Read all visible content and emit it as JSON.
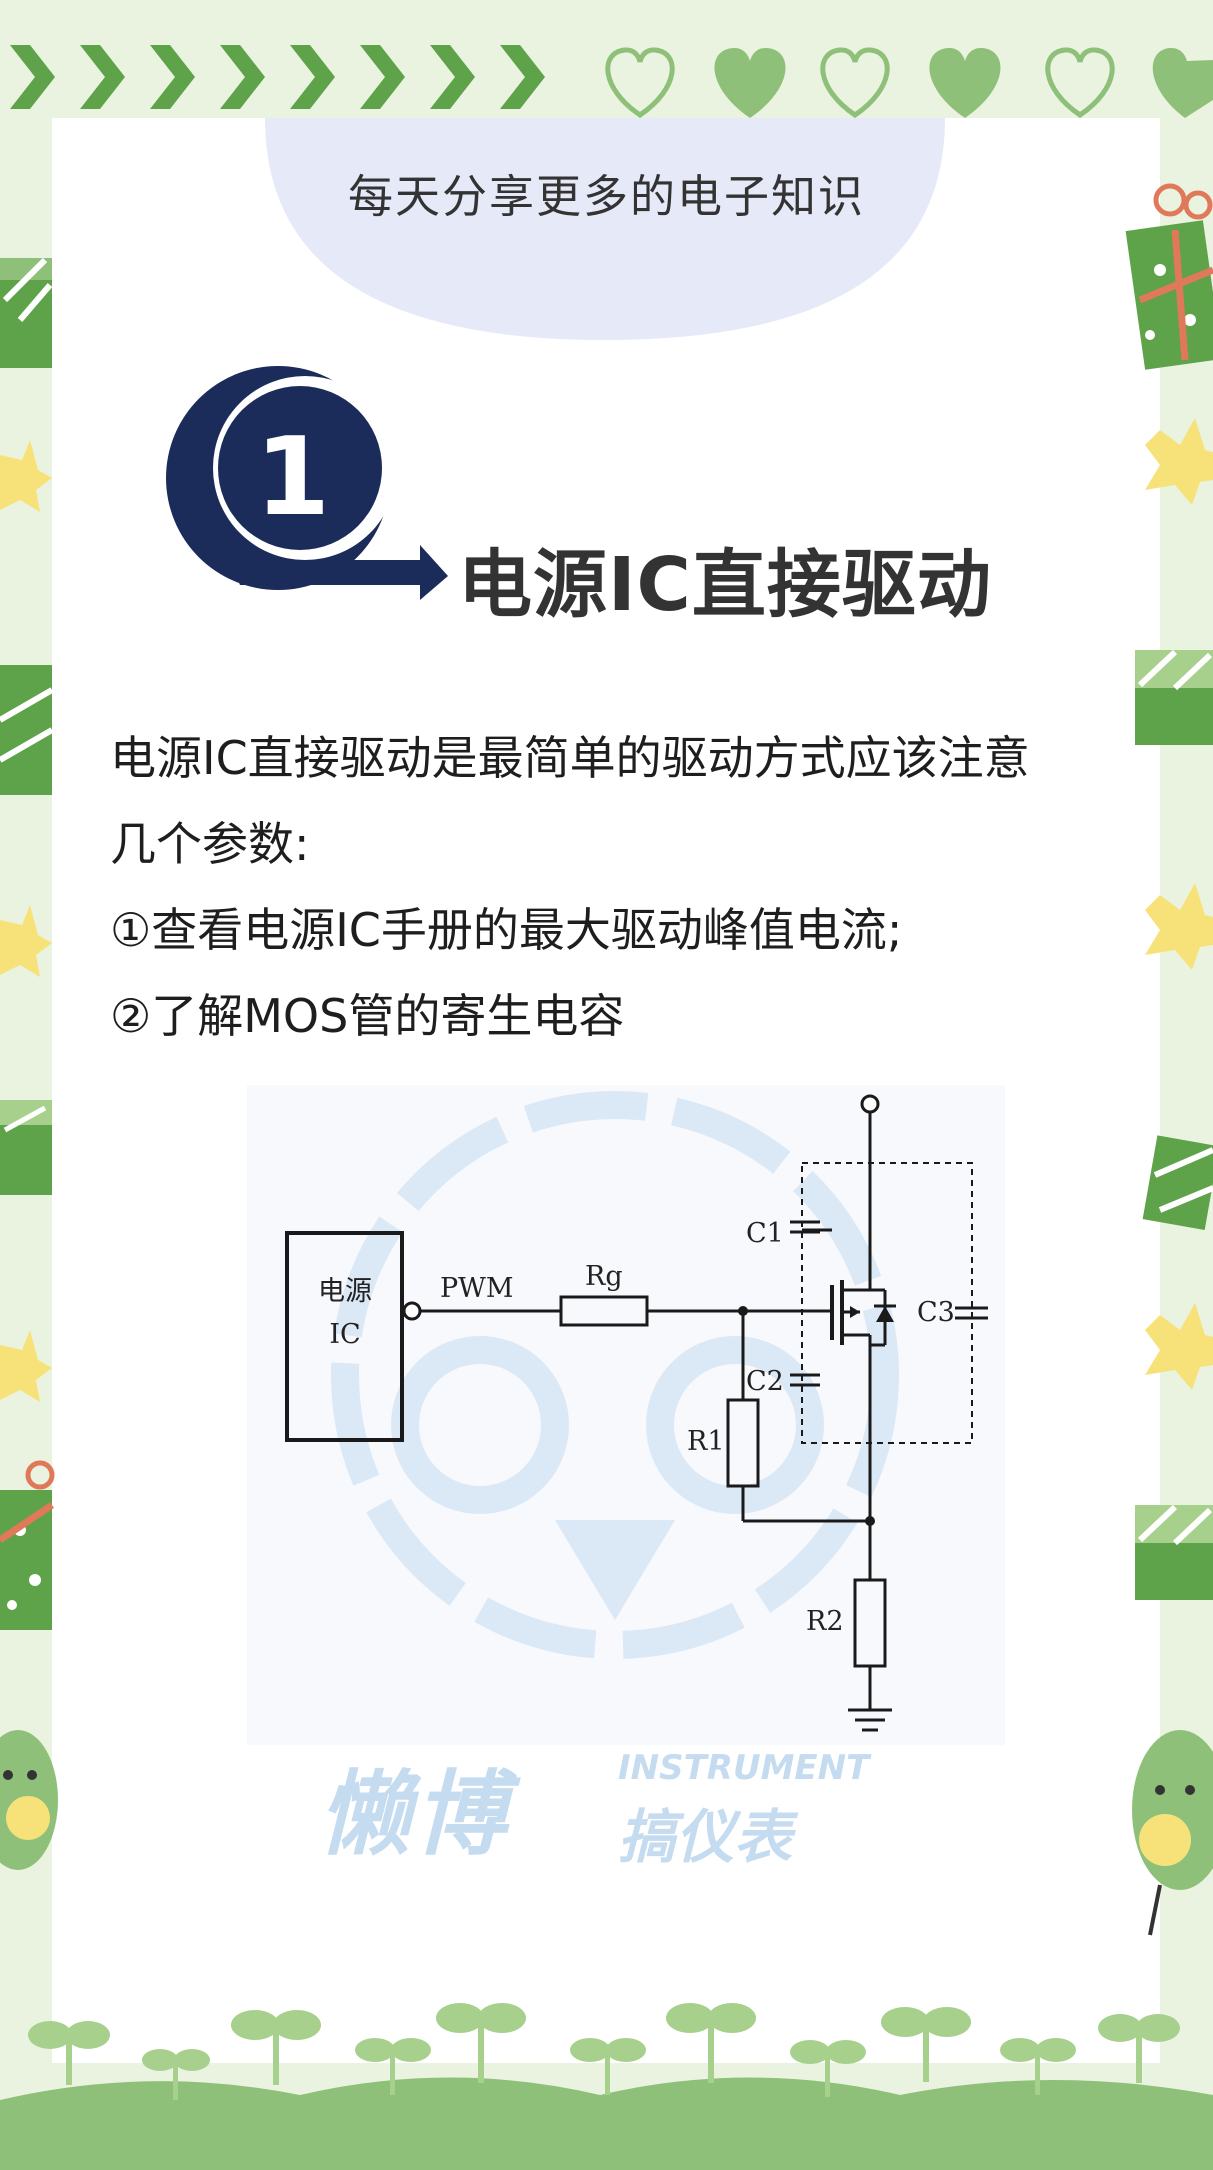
{
  "header": {
    "title": "每天分享更多的电子知识"
  },
  "section": {
    "number": "1",
    "title": "电源IC直接驱动"
  },
  "body": {
    "line1": "电源IC直接驱动是最简单的驱动方式应该注意",
    "line2": "几个参数:",
    "line3": "①查看电源IC手册的最大驱动峰值电流;",
    "line4": "②了解MOS管的寄生电容"
  },
  "circuit": {
    "ic_label_line1": "电源",
    "ic_label_line2": "IC",
    "pwm_label": "PWM",
    "rg_label": "Rg",
    "c1_label": "C1",
    "c2_label": "C2",
    "c3_label": "C3",
    "r1_label": "R1",
    "r2_label": "R2"
  },
  "watermark": {
    "chinese": "懒博",
    "english": "INSTRUMENT",
    "chinese2": "搞仪表"
  },
  "colors": {
    "background": "#eaf3e0",
    "card": "#ffffff",
    "accent_green": "#5ea34a",
    "light_green": "#a8d08d",
    "navy": "#1b2b5a",
    "star_yellow": "#f7e27a",
    "watermark_blue": "#c5dbf0"
  },
  "icons": [
    "chevron-right-icon",
    "heart-outline-icon",
    "heart-filled-icon",
    "gift-icon",
    "star-icon",
    "bean-character-icon",
    "sprout-icon"
  ]
}
